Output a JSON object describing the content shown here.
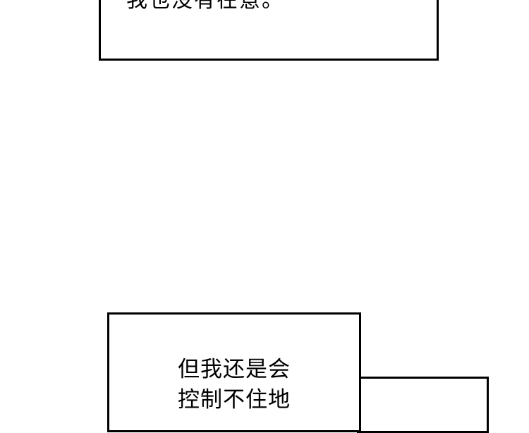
{
  "panels": {
    "top": {
      "partial_text": "我也没有在意。"
    },
    "bottom": {
      "line1": "但我还是会",
      "line2": "控制不住地"
    }
  },
  "colors": {
    "background": "#ffffff",
    "border": "#000000",
    "text": "#000000"
  }
}
